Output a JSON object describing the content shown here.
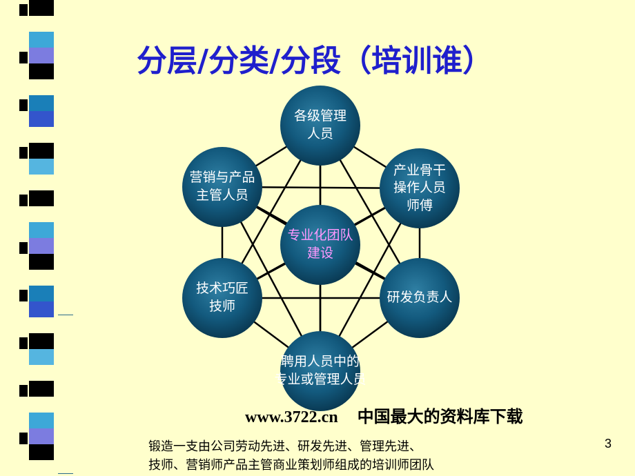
{
  "title": "分层/分类/分段（培训谁）",
  "diagram": {
    "center": [
      "专业化团队",
      "建设"
    ],
    "nodes": [
      {
        "id": "mgmt",
        "lines": [
          "各级管理",
          "人员"
        ]
      },
      {
        "id": "backbone",
        "lines": [
          "产业骨干",
          "操作人员",
          "师傅"
        ]
      },
      {
        "id": "rd",
        "lines": [
          "研发负责人"
        ]
      },
      {
        "id": "hired",
        "lines": [
          "聘用人员中的",
          "专业或管理人员"
        ]
      },
      {
        "id": "tech",
        "lines": [
          "技术巧匠",
          "技师"
        ]
      },
      {
        "id": "marketing",
        "lines": [
          "营销与产品",
          "主管人员"
        ]
      }
    ]
  },
  "watermark": {
    "url": "www.3722.cn",
    "text": "中国最大的资料库下载"
  },
  "caption": {
    "line1": "锻造一支由公司劳动先进、研发先进、管理先进、",
    "line2": "技师、营销师产品主管商业策划师组成的培训师团队"
  },
  "page_number": "3",
  "colors": {
    "background": "#FFFFCC",
    "title": "#1F1FCC",
    "node_fill": "#0F4D6E",
    "center_text": "#FF99FF"
  }
}
